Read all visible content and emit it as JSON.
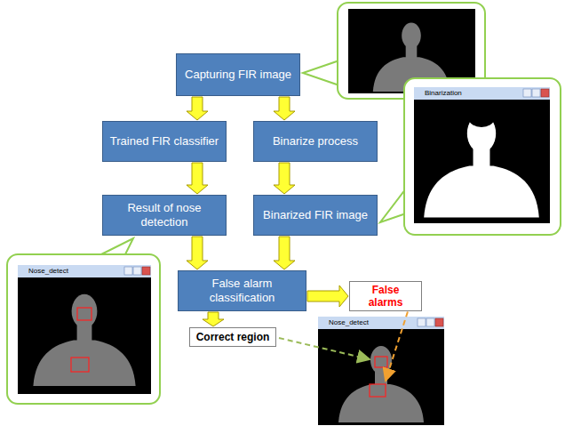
{
  "diagram": {
    "nodes": [
      {
        "text": [
          "Capturing FIR image"
        ]
      },
      {
        "text": [
          "Trained FIR classifier"
        ]
      },
      {
        "text": [
          "Binarize process"
        ]
      },
      {
        "text": [
          "Result of nose detection"
        ]
      },
      {
        "text": [
          "Binarized FIR image"
        ]
      },
      {
        "text": [
          "False alarm classification"
        ]
      },
      {
        "text": [
          "False alarms"
        ]
      },
      {
        "text": [
          "Correct region"
        ]
      }
    ],
    "edges": [
      {
        "from": 0,
        "to": 1,
        "arrow": "to"
      },
      {
        "from": 0,
        "to": 2,
        "arrow": "to"
      },
      {
        "from": 1,
        "to": 3,
        "arrow": "to"
      },
      {
        "from": 2,
        "to": 4,
        "arrow": "to"
      },
      {
        "from": 3,
        "to": 5,
        "arrow": "to"
      },
      {
        "from": 4,
        "to": 5,
        "arrow": "to"
      },
      {
        "from": 5,
        "to": 6,
        "arrow": "to"
      },
      {
        "from": 5,
        "to": 7,
        "arrow": "to"
      }
    ],
    "labels": [
      "Binarization",
      "Nose_detect",
      "Nose_detect"
    ]
  }
}
